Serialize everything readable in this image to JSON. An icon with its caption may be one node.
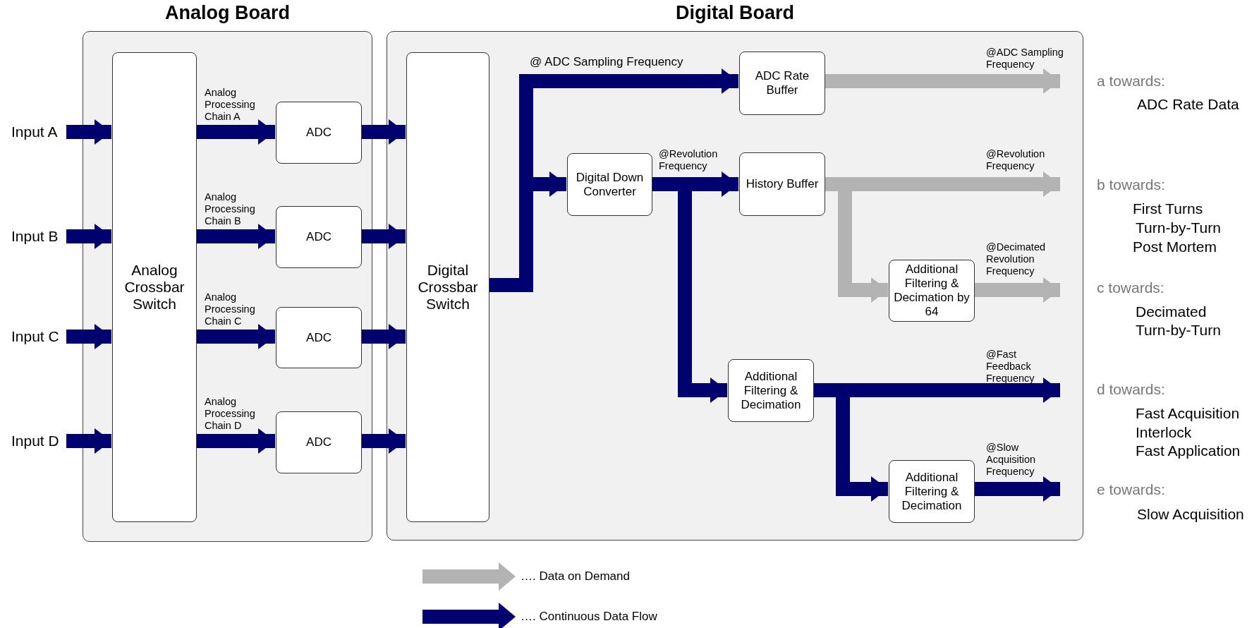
{
  "diagram": {
    "nodes": [
      {
        "text": [
          "Input A"
        ]
      },
      {
        "text": [
          "Input B"
        ]
      },
      {
        "text": [
          "Input C"
        ]
      },
      {
        "text": [
          "Input D"
        ]
      },
      {
        "text": [
          "Analog Board"
        ]
      },
      {
        "text": [
          "Analog Crossbar Switch"
        ],
        "in": 4
      },
      {
        "text": [
          "ADC"
        ],
        "in": 4
      },
      {
        "text": [
          "ADC"
        ],
        "in": 4
      },
      {
        "text": [
          "ADC"
        ],
        "in": 4
      },
      {
        "text": [
          "ADC"
        ],
        "in": 4
      },
      {
        "text": [
          "Digital Board"
        ]
      },
      {
        "text": [
          "Digital Crossbar Switch"
        ],
        "in": 10
      },
      {
        "text": [
          "ADC Rate Buffer"
        ],
        "in": 10
      },
      {
        "text": [
          "Digital Down Converter"
        ],
        "in": 10
      },
      {
        "text": [
          "History Buffer"
        ],
        "in": 10
      },
      {
        "text": [
          "Additional Filtering & Decimation by 64"
        ],
        "in": 10
      },
      {
        "text": [
          "Additional Filtering & Decimation"
        ],
        "in": 10
      },
      {
        "text": [
          "Additional Filtering & Decimation"
        ],
        "in": 10
      }
    ],
    "edges": [
      {
        "from": 0,
        "to": 5,
        "arrow": "to"
      },
      {
        "from": 1,
        "to": 5,
        "arrow": "to"
      },
      {
        "from": 2,
        "to": 5,
        "arrow": "to"
      },
      {
        "from": 3,
        "to": 5,
        "arrow": "to"
      },
      {
        "from": 5,
        "to": 6,
        "arrow": "to",
        "label": "Analog Processing Chain A"
      },
      {
        "from": 5,
        "to": 7,
        "arrow": "to",
        "label": "Analog Processing Chain B"
      },
      {
        "from": 5,
        "to": 8,
        "arrow": "to",
        "label": "Analog Processing Chain C"
      },
      {
        "from": 5,
        "to": 9,
        "arrow": "to",
        "label": "Analog Processing Chain D"
      },
      {
        "from": 6,
        "to": 11,
        "arrow": "to"
      },
      {
        "from": 7,
        "to": 11,
        "arrow": "to"
      },
      {
        "from": 8,
        "to": 11,
        "arrow": "to"
      },
      {
        "from": 9,
        "to": 11,
        "arrow": "to"
      },
      {
        "from": 11,
        "to": 12,
        "arrow": "to",
        "label": "@ ADC Sampling Frequency"
      },
      {
        "from": 11,
        "to": 13,
        "arrow": "to"
      },
      {
        "from": 12,
        "to": null,
        "arrow": "to",
        "label": "@ADC Sampling Frequency",
        "color": "#b3b3b3"
      },
      {
        "from": 13,
        "to": 14,
        "arrow": "to",
        "label": "@Revolution Frequency"
      },
      {
        "from": 13,
        "to": 16,
        "arrow": "to"
      },
      {
        "from": 14,
        "to": null,
        "arrow": "to",
        "label": "@Revolution Frequency",
        "color": "#b3b3b3"
      },
      {
        "from": 14,
        "to": 15,
        "arrow": "to",
        "color": "#b3b3b3"
      },
      {
        "from": 15,
        "to": null,
        "arrow": "to",
        "label": "@Decimated Revolution Frequency",
        "color": "#b3b3b3"
      },
      {
        "from": 16,
        "to": null,
        "arrow": "to",
        "label": "@Fast Feedback Frequency"
      },
      {
        "from": 16,
        "to": 17,
        "arrow": "to"
      },
      {
        "from": 17,
        "to": null,
        "arrow": "to",
        "label": "@Slow Acquisition Frequency"
      }
    ],
    "labels": [
      "a towards:",
      "ADC Rate Data",
      "b towards:",
      "First Turns",
      "Turn-by-Turn",
      "Post Mortem",
      "c towards:",
      "Decimated Turn-by-Turn",
      "d towards:",
      "Fast Acquisition",
      "Interlock",
      "Fast Application",
      "e towards:",
      "Slow Acquisition"
    ],
    "legend": [
      {
        "text": "…. Data on Demand"
      },
      {
        "text": "…. Continuous Data Flow"
      }
    ]
  }
}
